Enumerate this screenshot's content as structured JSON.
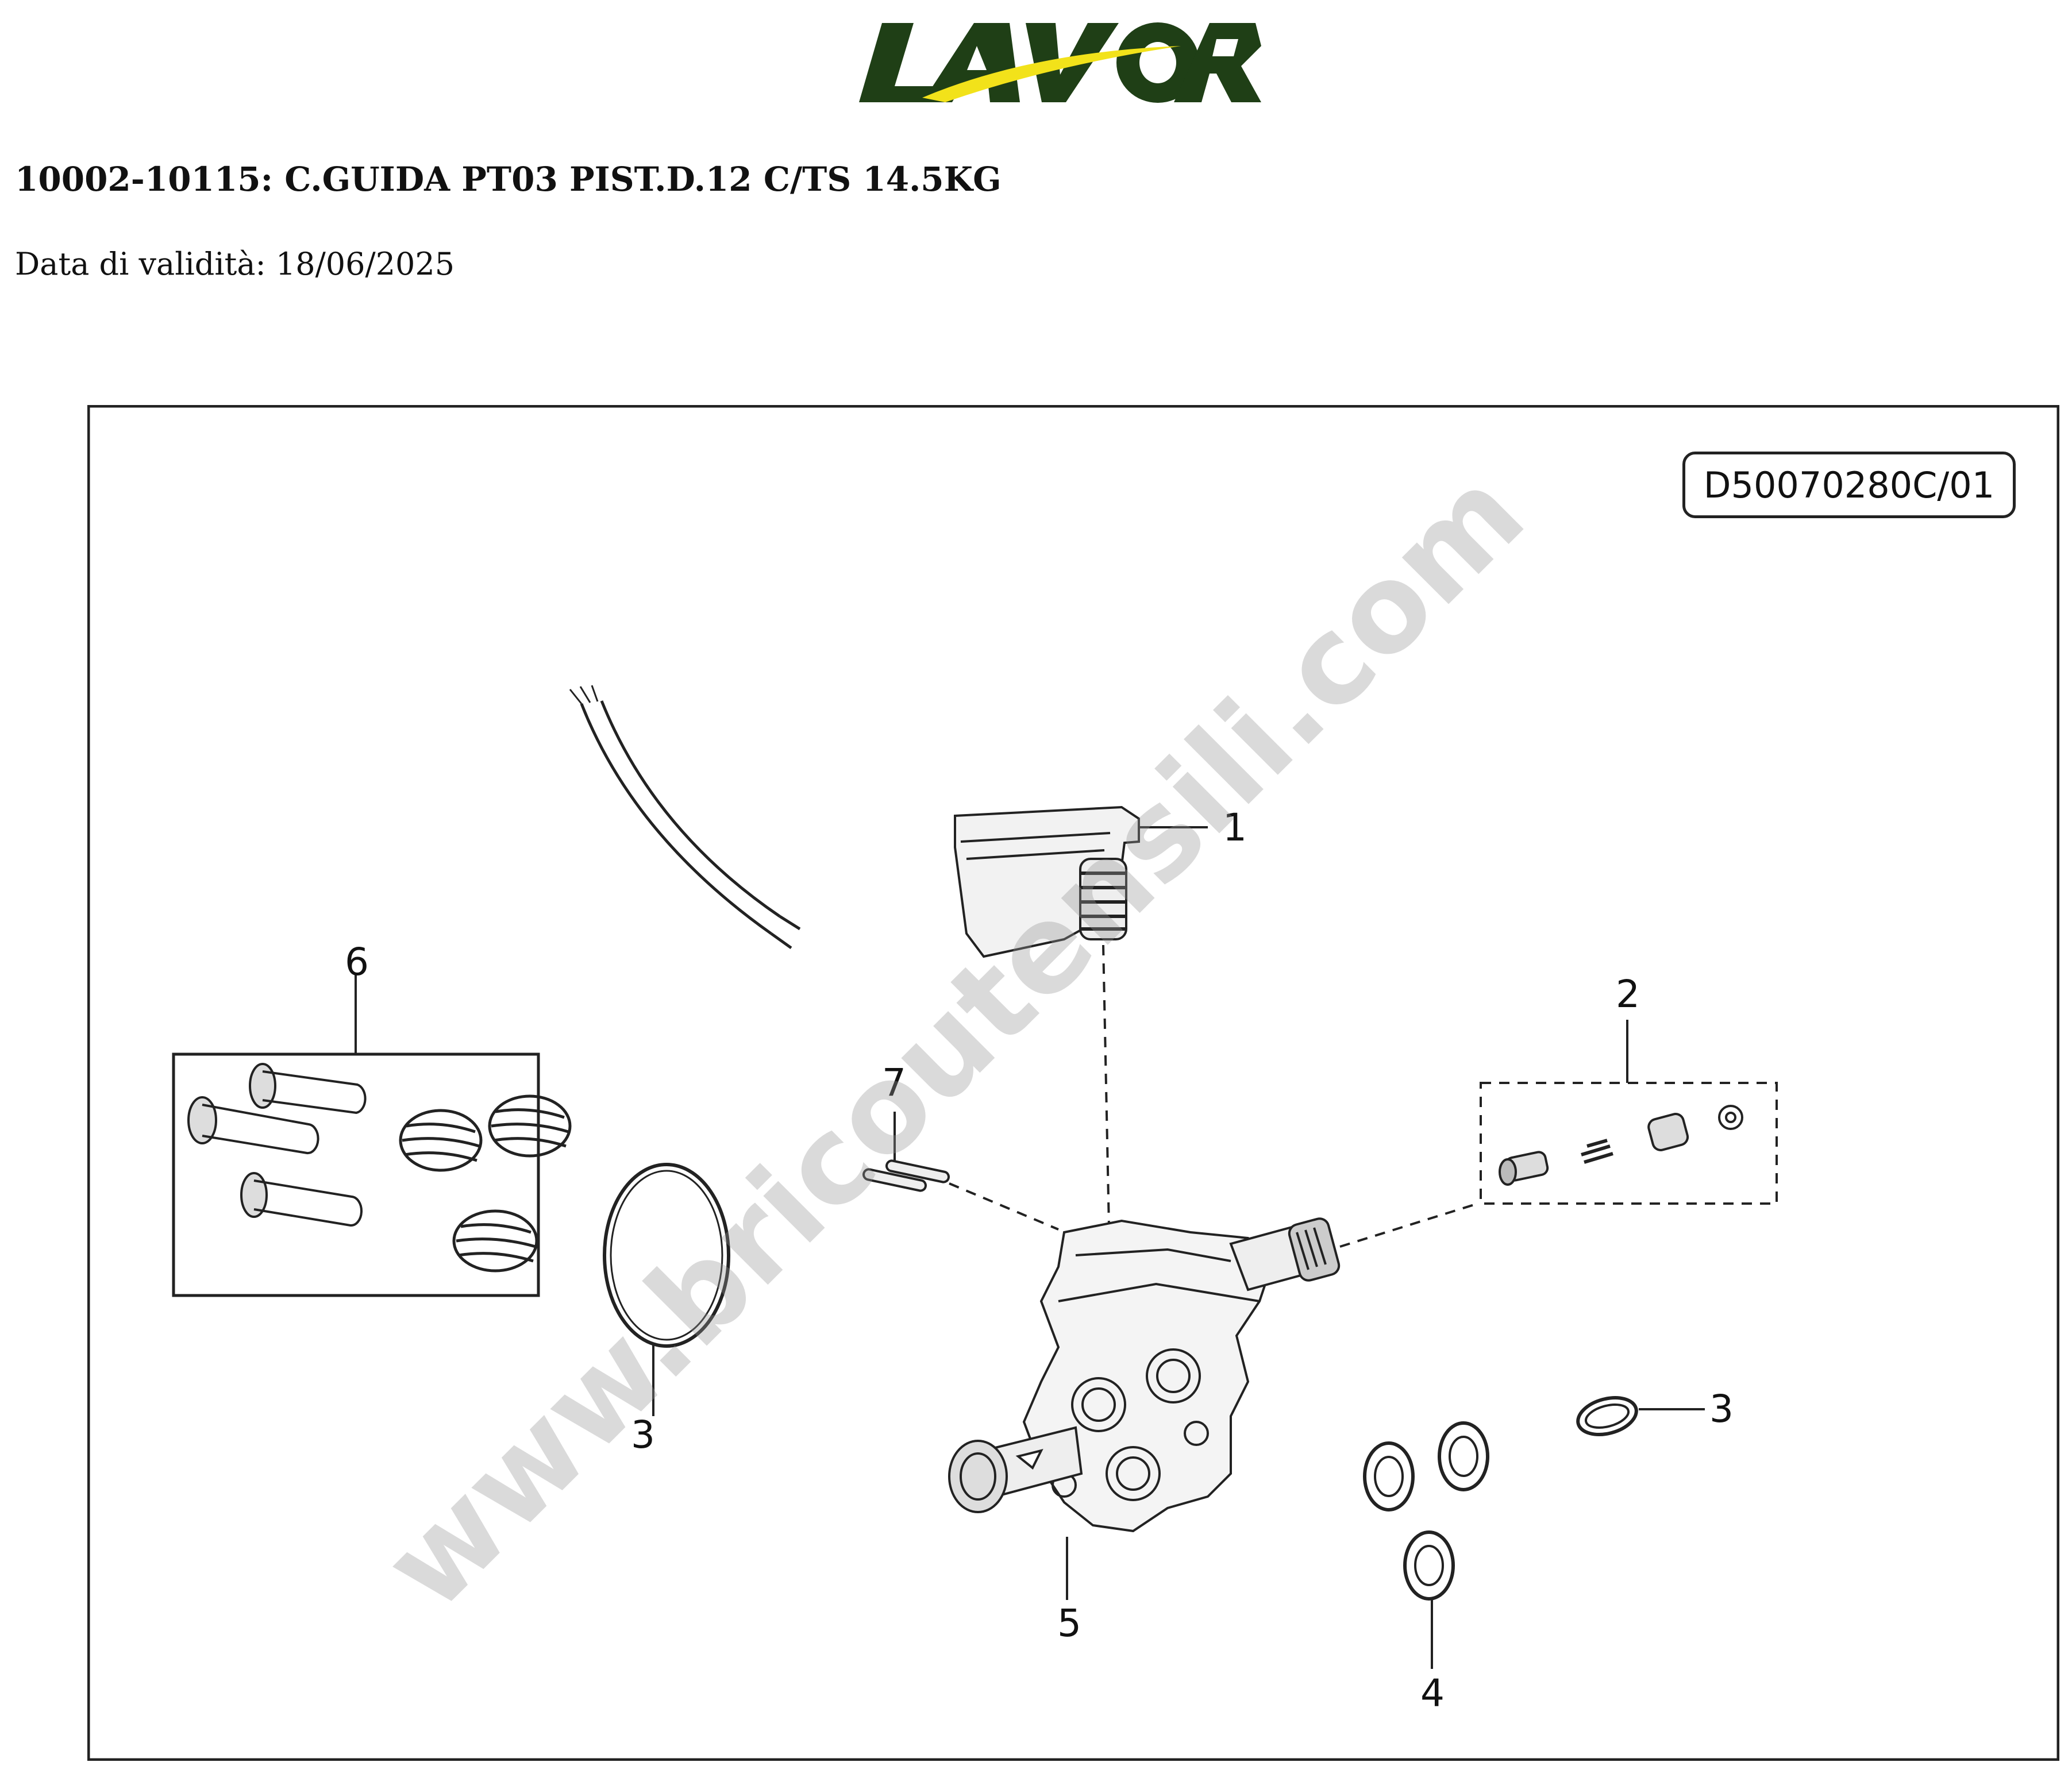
{
  "brand": {
    "logo_text": "LAVOR",
    "logo_color": "#1f3f16",
    "accent_color": "#f2e21a"
  },
  "document": {
    "title": "10002-10115: C.GUIDA PT03 PIST.D.12 C/TS 14.5KG",
    "validity": "Data di validità: 18/06/2025"
  },
  "diagram": {
    "drawing_code": "D50070280C/01",
    "watermark": "www.bricoutensili.com",
    "callouts": [
      "1",
      "2",
      "3",
      "3",
      "4",
      "5",
      "6",
      "7"
    ]
  }
}
